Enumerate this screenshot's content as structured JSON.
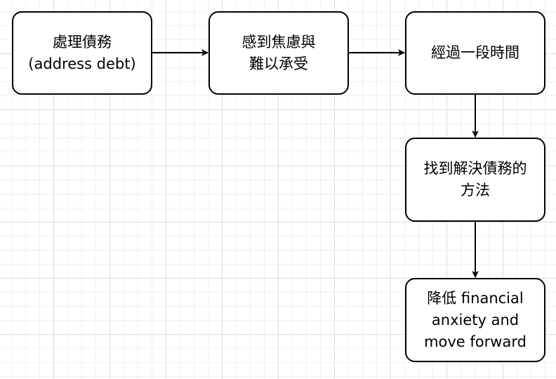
{
  "diagram": {
    "nodes": [
      {
        "id": "n1",
        "label": "處理債務\n(address debt)"
      },
      {
        "id": "n2",
        "label": "感到焦慮與\n難以承受"
      },
      {
        "id": "n3",
        "label": "經過一段時間"
      },
      {
        "id": "n4",
        "label": "找到解決債務的\n方法"
      },
      {
        "id": "n5",
        "label": "降低 financial\nanxiety and\nmove forward"
      }
    ],
    "edges": [
      {
        "from": "n1",
        "to": "n2"
      },
      {
        "from": "n2",
        "to": "n3"
      },
      {
        "from": "n3",
        "to": "n4"
      },
      {
        "from": "n4",
        "to": "n5"
      }
    ],
    "colors": {
      "stroke": "#000000",
      "node_fill": "#ffffff",
      "grid_major": "#dcdcdc",
      "grid_minor": "#f0f0f0"
    }
  }
}
